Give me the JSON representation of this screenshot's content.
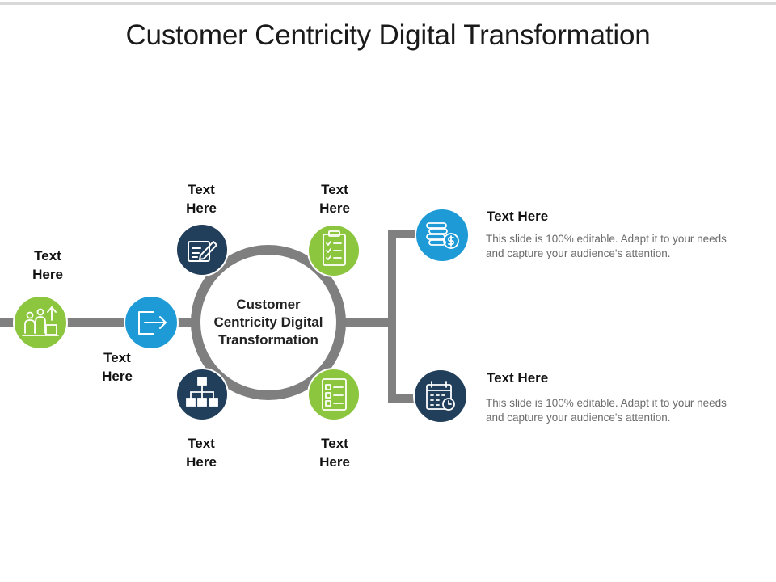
{
  "title": "Customer Centricity Digital Transformation",
  "center": {
    "label": "Customer\nCentricity Digital\nTransformation"
  },
  "labels": {
    "far_left": "Text\nHere",
    "left": "Text\nHere",
    "top_left": "Text\nHere",
    "top_right": "Text\nHere",
    "bottom_left": "Text\nHere",
    "bottom_right": "Text\nHere"
  },
  "details": [
    {
      "title": "Text Here",
      "body": "This slide is 100% editable. Adapt it to your needs and capture your audience's attention."
    },
    {
      "title": "Text Here",
      "body": "This slide is 100% editable. Adapt it to your needs and capture your audience's attention."
    }
  ],
  "colors": {
    "green": "#8cc63f",
    "blue": "#1e9bd7",
    "navy": "#213e5a",
    "connector": "#808080",
    "ring": "#7f7f7f"
  },
  "icons": {
    "far_left": "people-growth-icon",
    "left": "exit-arrow-icon",
    "top_left": "edit-note-icon",
    "top_right": "checklist-clipboard-icon",
    "bottom_left": "hierarchy-icon",
    "bottom_right": "checklist-icon",
    "detail_1": "coins-dollar-icon",
    "detail_2": "calendar-clock-icon"
  }
}
